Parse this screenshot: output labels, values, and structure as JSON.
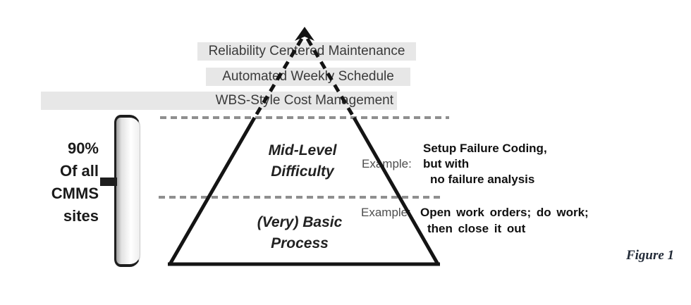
{
  "figure": {
    "top_labels": [
      {
        "label": "Reliability Centered Maintenance"
      },
      {
        "label": "Automated Weekly Schedule"
      },
      {
        "label": "WBS-Style Cost Management"
      }
    ],
    "left_annotation": {
      "lines": [
        "90%",
        "Of all",
        "CMMS",
        "sites"
      ]
    },
    "tiers": {
      "mid": {
        "line1": "Mid-Level",
        "line2": "Difficulty"
      },
      "basic": {
        "line1": "(Very) Basic",
        "line2": "Process"
      }
    },
    "examples": {
      "mid": {
        "label": "Example:",
        "lines": [
          "Setup Failure Coding,",
          "but with",
          "no failure analysis"
        ]
      },
      "basic": {
        "label": "Example:",
        "lines": [
          "Open work orders; do work;",
          "then close it out"
        ]
      }
    },
    "caption": "Figure 1",
    "colors": {
      "bar_bg": "#e7e7e7",
      "dash_gray": "#8f8f8f",
      "line_black": "#141414",
      "caption_color": "#232b38"
    }
  }
}
